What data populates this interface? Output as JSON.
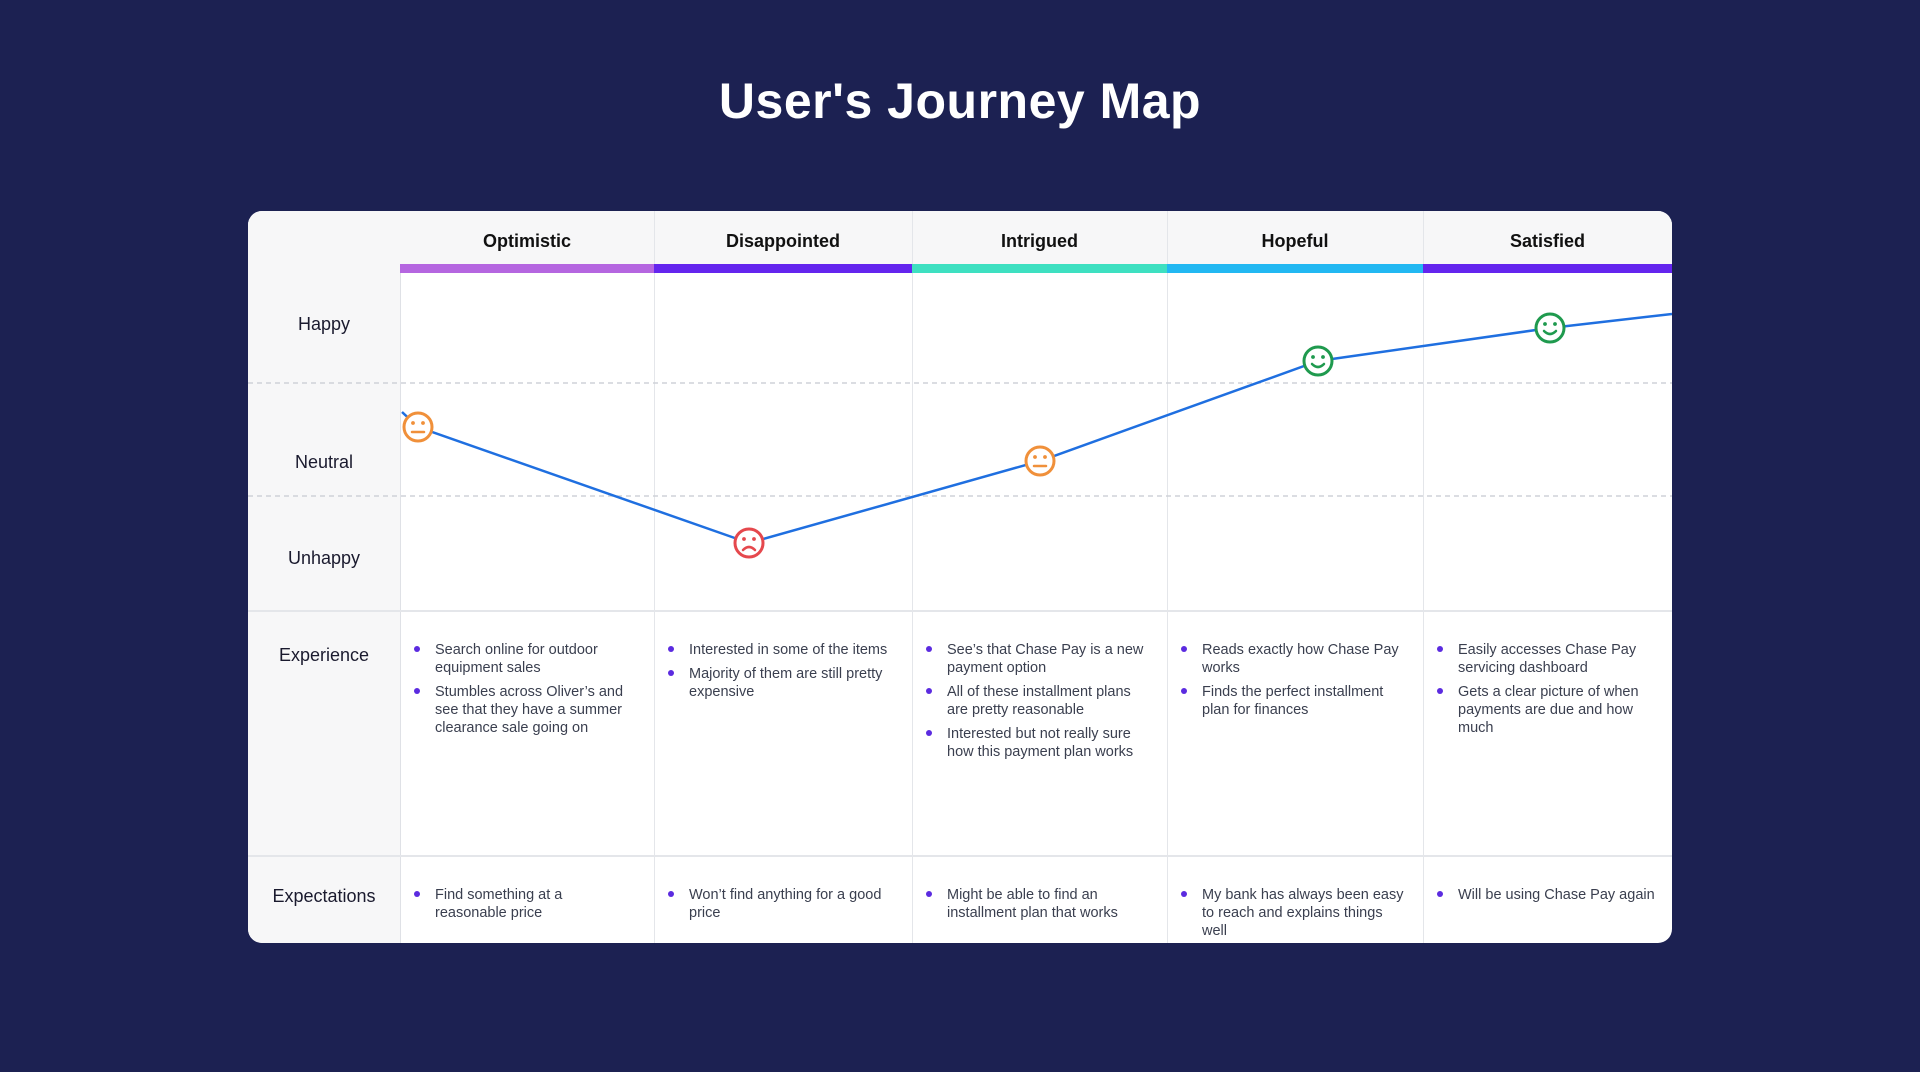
{
  "title": "User's Journey Map",
  "levels": [
    "Happy",
    "Neutral",
    "Unhappy"
  ],
  "row_labels": {
    "experience": "Experience",
    "expectations": "Expectations"
  },
  "stages": [
    {
      "name": "Optimistic",
      "color": "#b566e0"
    },
    {
      "name": "Disappointed",
      "color": "#6425ee"
    },
    {
      "name": "Intrigued",
      "color": "#3ee0c1"
    },
    {
      "name": "Hopeful",
      "color": "#22b8f2"
    },
    {
      "name": "Satisfied",
      "color": "#6425ee"
    }
  ],
  "emotion_points": [
    {
      "stage": "Optimistic",
      "mood": "Neutral",
      "face": "neutral-face",
      "color": "#f0903a"
    },
    {
      "stage": "Disappointed",
      "mood": "Unhappy",
      "face": "sad-face",
      "color": "#e5484d"
    },
    {
      "stage": "Intrigued",
      "mood": "Neutral",
      "face": "neutral-face",
      "color": "#f0903a"
    },
    {
      "stage": "Hopeful",
      "mood": "Happy",
      "face": "smile-face",
      "color": "#1f9a4e"
    },
    {
      "stage": "Satisfied",
      "mood": "Happy",
      "face": "smile-face",
      "color": "#1f9a4e"
    }
  ],
  "line_color": "#1f6fe0",
  "experience": [
    [
      "Search online for outdoor equipment sales",
      "Stumbles across Oliver’s and see that they have a summer clearance sale going on"
    ],
    [
      "Interested in some of the items",
      "Majority of them are still pretty expensive"
    ],
    [
      "See’s that Chase Pay is a new payment option",
      "All of these installment plans are pretty reasonable",
      "Interested but not really sure how this payment plan works"
    ],
    [
      "Reads exactly how Chase Pay works",
      "Finds the perfect installment plan for finances"
    ],
    [
      "Easily accesses Chase Pay servicing dashboard",
      "Gets a clear picture of when payments are due and how much"
    ]
  ],
  "expectations": [
    [
      "Find something at a reasonable price"
    ],
    [
      "Won’t find anything for a good price"
    ],
    [
      "Might be able to find an installment plan that works"
    ],
    [
      "My bank has always been easy to reach and explains things well"
    ],
    [
      "Will be using Chase Pay again"
    ]
  ]
}
